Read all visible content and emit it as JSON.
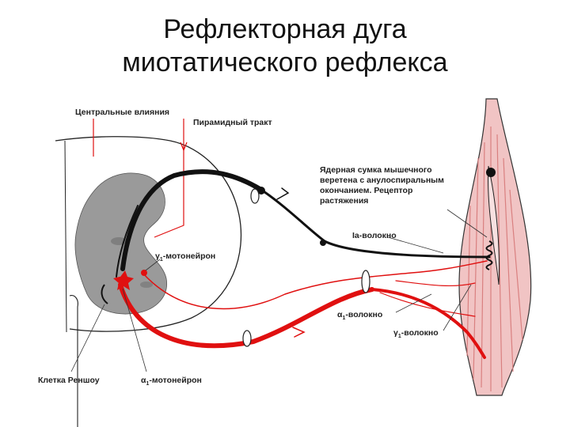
{
  "title": {
    "line1": "Рефлекторная дуга",
    "line2": "миотатического рефлекса"
  },
  "labels": {
    "central_influences": "Центральные влияния",
    "pyramidal_tract": "Пирамидный тракт",
    "spindle_line1": "Ядерная сумка мышечного",
    "spindle_line2": "веретена с анулоспиральным",
    "spindle_line3": "окончанием. Рецептор",
    "spindle_line4": "растяжения",
    "ia_fiber": "Ia-волокно",
    "gamma_motoneuron_sym": "γ",
    "gamma_motoneuron_sub": "1",
    "gamma_motoneuron_text": "-мотонейрон",
    "alpha_fiber_sym": "α",
    "alpha_fiber_sub": "1",
    "alpha_fiber_text": "-волокно",
    "gamma_fiber_sym": "γ",
    "gamma_fiber_sub": "1",
    "gamma_fiber_text": "-волокно",
    "renshaw_cell": "Клетка Реншоу",
    "alpha_motoneuron_sym": "α",
    "alpha_motoneuron_sub": "1",
    "alpha_motoneuron_text": "-мотонейрон"
  },
  "colors": {
    "afferent": "#111111",
    "efferent": "#e01010",
    "gray_matter": "#9a9a9a",
    "muscle": "#d98080"
  }
}
